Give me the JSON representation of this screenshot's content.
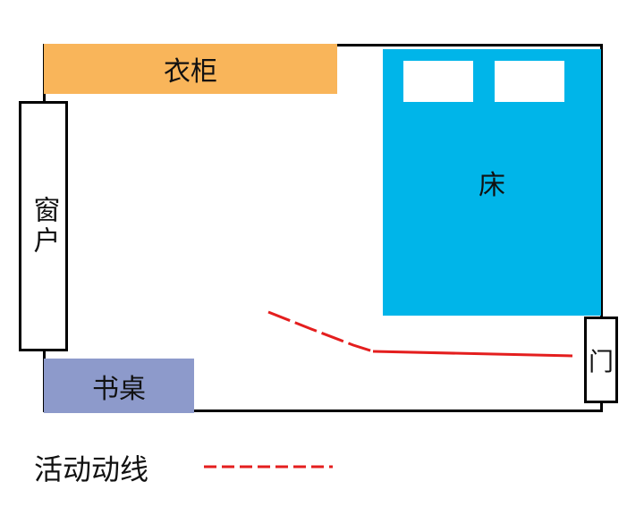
{
  "labels": {
    "wardrobe": "衣柜",
    "window": "窗户",
    "bed": "床",
    "desk": "书桌",
    "door": "门"
  },
  "legend": {
    "label": "活动动线"
  },
  "colors": {
    "wardrobe": "#F9B55A",
    "bed": "#00B5E9",
    "desk": "#8D9ACB",
    "path": "#E41E1E"
  }
}
